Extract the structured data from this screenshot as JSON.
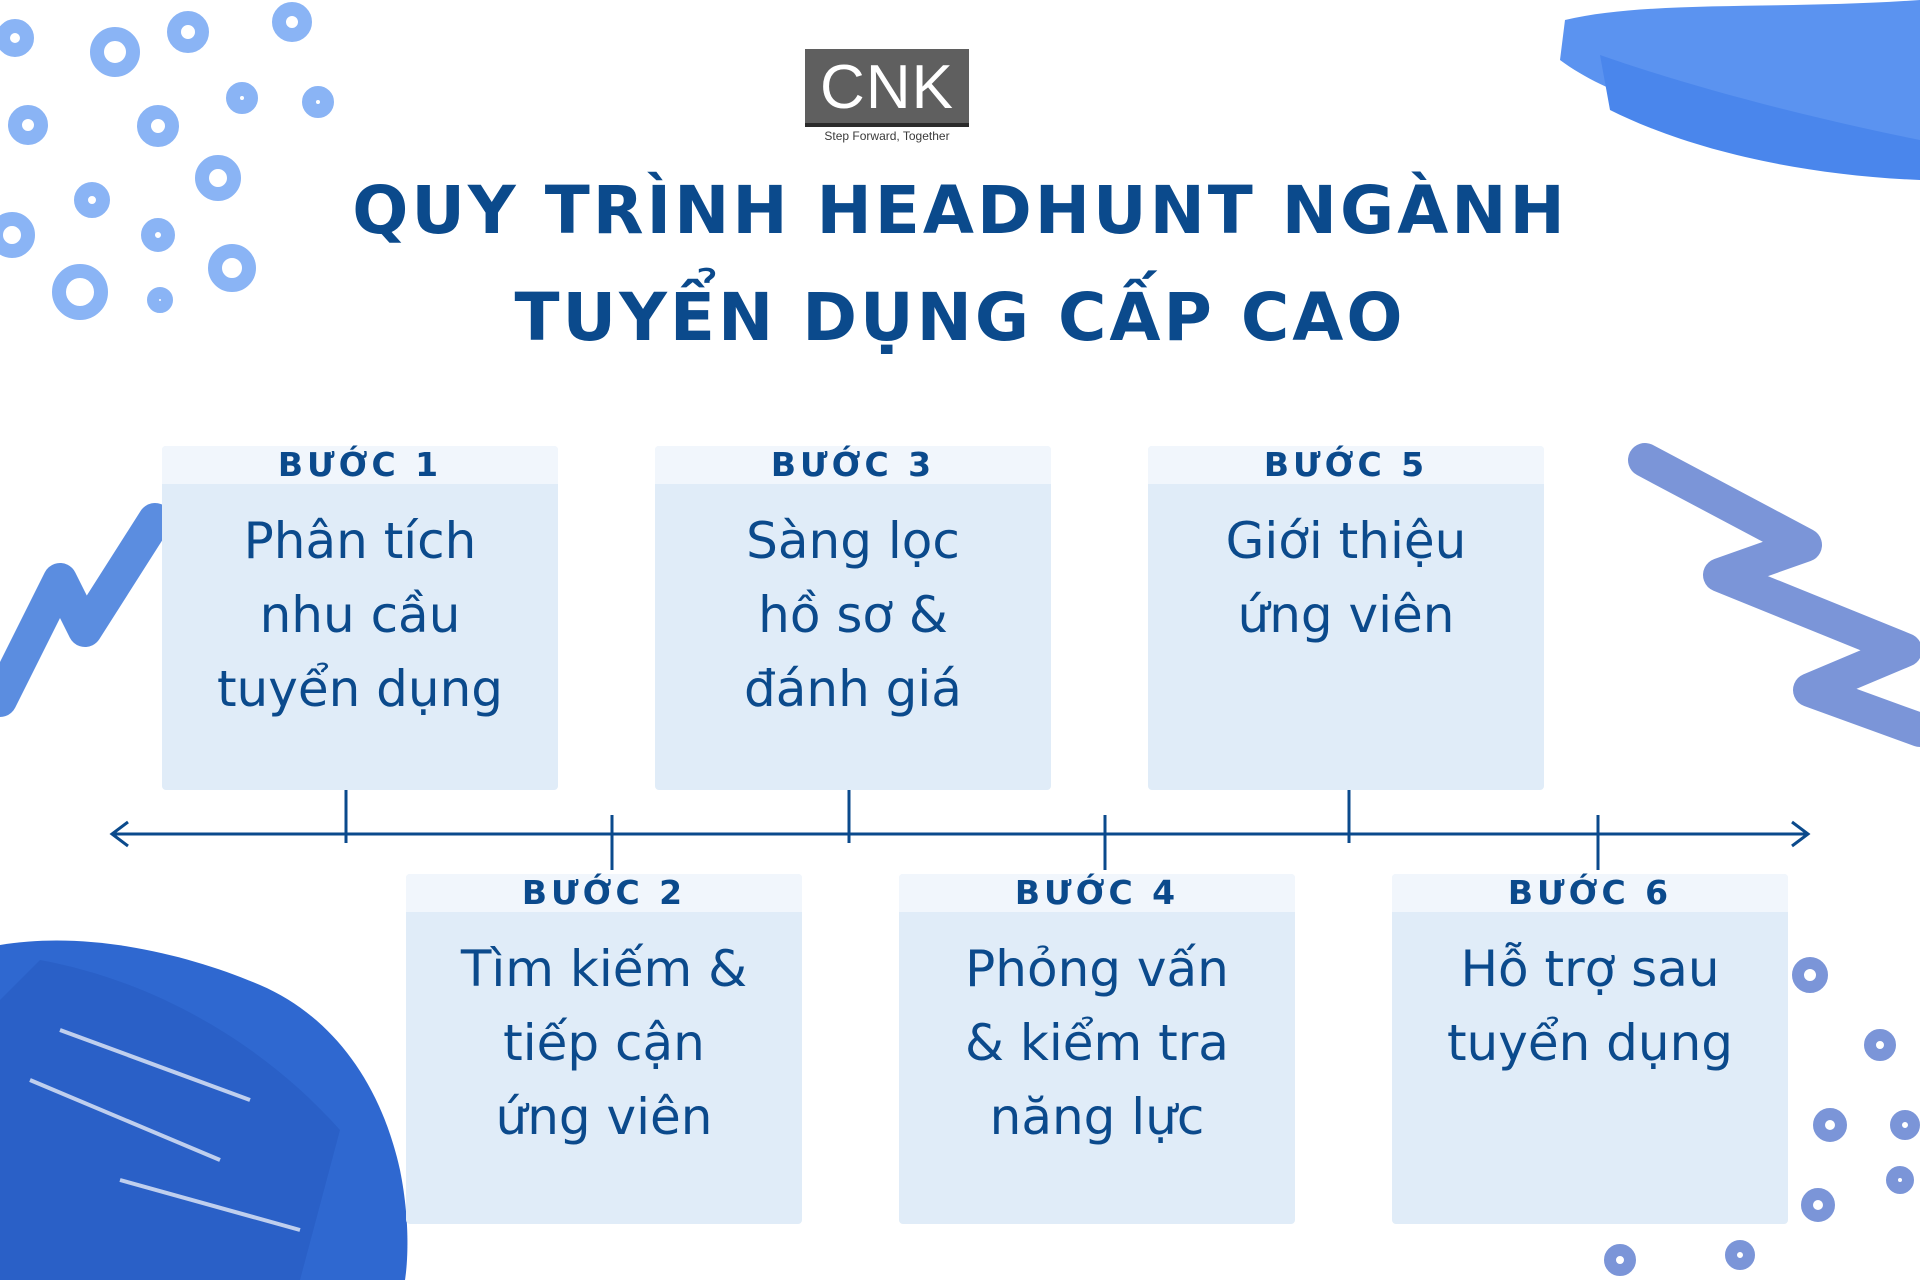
{
  "logo": {
    "text": "CNK",
    "tagline": "Step Forward, Together"
  },
  "title": {
    "line1": "QUY TRÌNH HEADHUNT NGÀNH",
    "line2": "TUYỂN DỤNG CẤP CAO"
  },
  "colors": {
    "primary": "#0b4a8c",
    "card_bg": "#e0ecf8",
    "card_head_bg": "#f1f6fc",
    "accent_blue": "#2f68d0",
    "light_blue": "#6b9ef0"
  },
  "steps": [
    {
      "label": "BƯỚC 1",
      "lines": [
        "Phân tích",
        "nhu cầu",
        "tuyển dụng"
      ]
    },
    {
      "label": "BƯỚC 2",
      "lines": [
        "Tìm kiếm &",
        "tiếp cận",
        "ứng viên"
      ]
    },
    {
      "label": "BƯỚC 3",
      "lines": [
        "Sàng lọc",
        "hồ sơ &",
        "đánh giá"
      ]
    },
    {
      "label": "BƯỚC 4",
      "lines": [
        "Phỏng vấn",
        "& kiểm tra",
        "năng lực"
      ]
    },
    {
      "label": "BƯỚC 5",
      "lines": [
        "Giới thiệu",
        "ứng viên"
      ]
    },
    {
      "label": "BƯỚC 6",
      "lines": [
        "Hỗ trợ sau",
        "tuyển dụng"
      ]
    }
  ]
}
